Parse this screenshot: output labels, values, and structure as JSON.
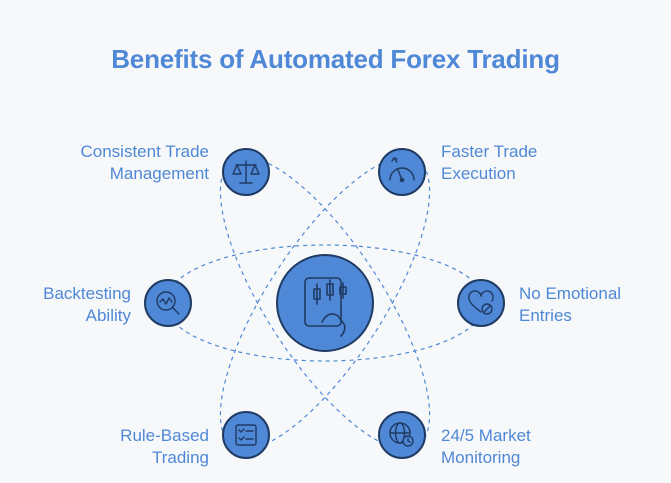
{
  "title": "Benefits of Automated Forex Trading",
  "colors": {
    "accent": "#4f88d6",
    "node_fill": "#4f88d6",
    "node_stroke": "#1f3a63",
    "orbit": "#4f88d6",
    "background": "#f7f8fa"
  },
  "center": {
    "icon": "candlestick-chart-tablet-icon"
  },
  "benefits": [
    {
      "line1": "Consistent Trade",
      "line2": "Management",
      "icon": "scales-icon"
    },
    {
      "line1": "Faster Trade",
      "line2": "Execution",
      "icon": "speedometer-icon"
    },
    {
      "line1": "Backtesting",
      "line2": "Ability",
      "icon": "magnifier-chart-icon"
    },
    {
      "line1": "No Emotional",
      "line2": "Entries",
      "icon": "heart-blocked-icon"
    },
    {
      "line1": "Rule-Based",
      "line2": "Trading",
      "icon": "checklist-icon"
    },
    {
      "line1": "24/5 Market",
      "line2": "Monitoring",
      "icon": "globe-clock-icon"
    }
  ]
}
